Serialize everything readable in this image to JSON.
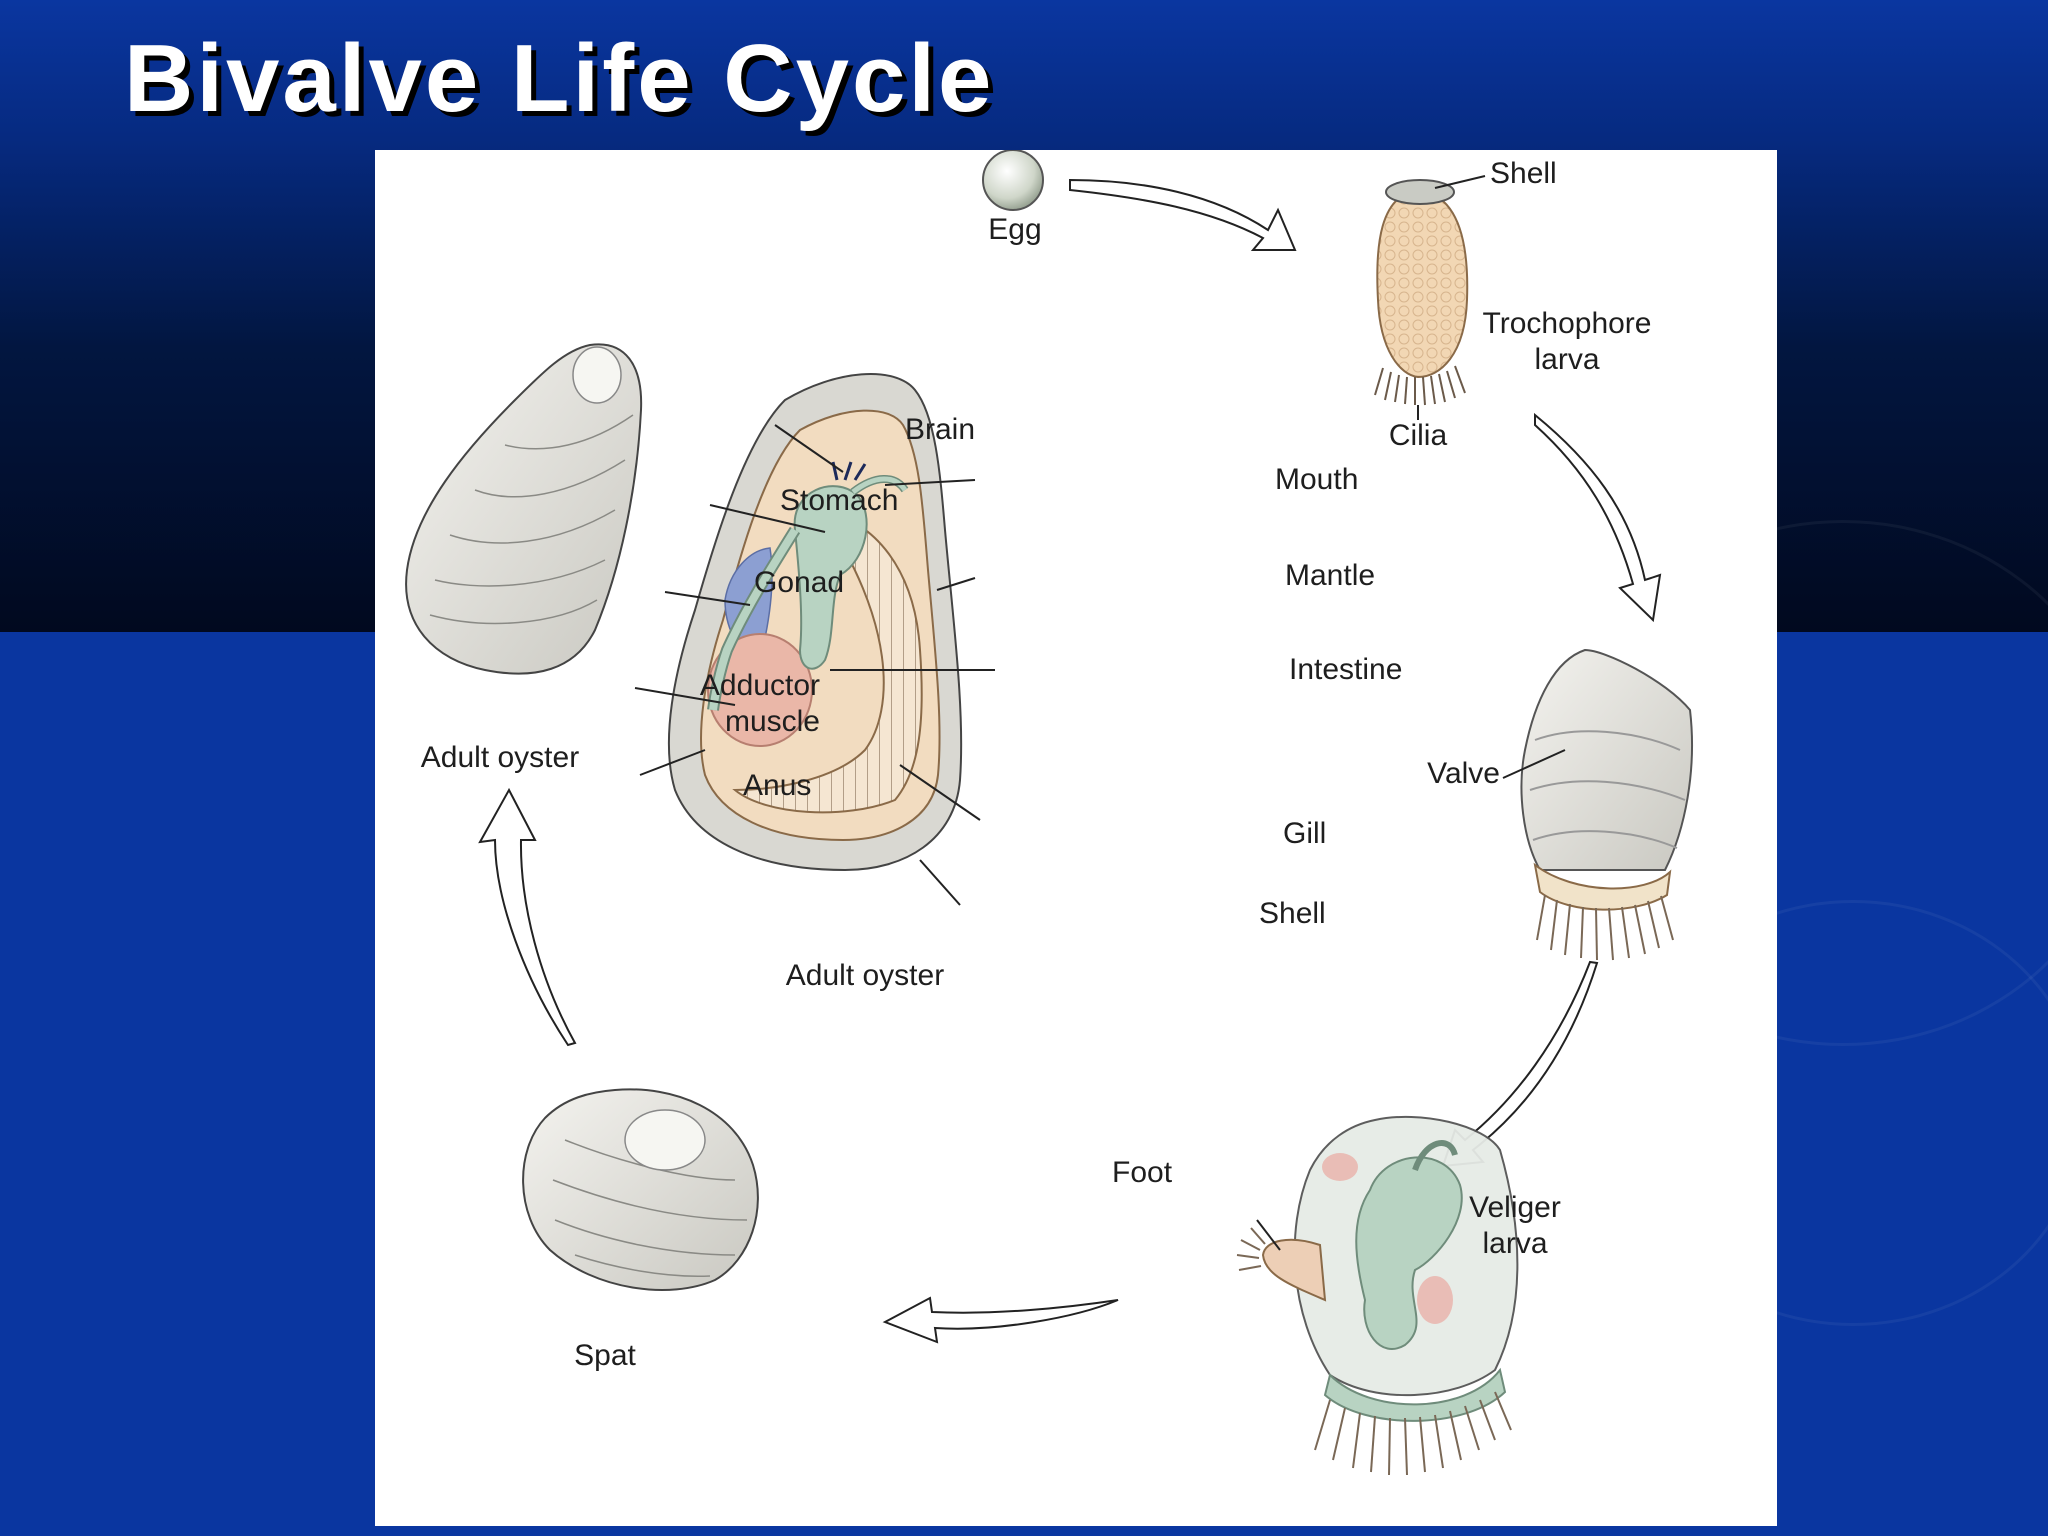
{
  "slide": {
    "title": "Bivalve Life Cycle"
  },
  "stages": {
    "egg": "Egg",
    "trochophore_line1": "Trochophore",
    "trochophore_line2": "larva",
    "trochophore_shell": "Shell",
    "trochophore_cilia": "Cilia",
    "valve": "Valve",
    "veliger_line1": "Veliger",
    "veliger_line2": "larva",
    "foot": "Foot",
    "spat": "Spat",
    "adult_shell": "Adult oyster",
    "adult_anatomy": "Adult oyster"
  },
  "anatomy": {
    "brain": "Brain",
    "stomach": "Stomach",
    "gonad": "Gonad",
    "adductor_line1": "Adductor",
    "adductor_line2": "muscle",
    "anus": "Anus",
    "mouth": "Mouth",
    "mantle": "Mantle",
    "intestine": "Intestine",
    "gill": "Gill",
    "shell": "Shell"
  },
  "colors": {
    "background": "#0a36a0",
    "panel": "#ffffff",
    "shell_grey": "#d9d8d2",
    "organ_green": "#b8d3c2",
    "adductor_pink": "#eab7a8",
    "gonad_blue": "#8c9fd2",
    "tissue_tan": "#f2dcc0"
  }
}
